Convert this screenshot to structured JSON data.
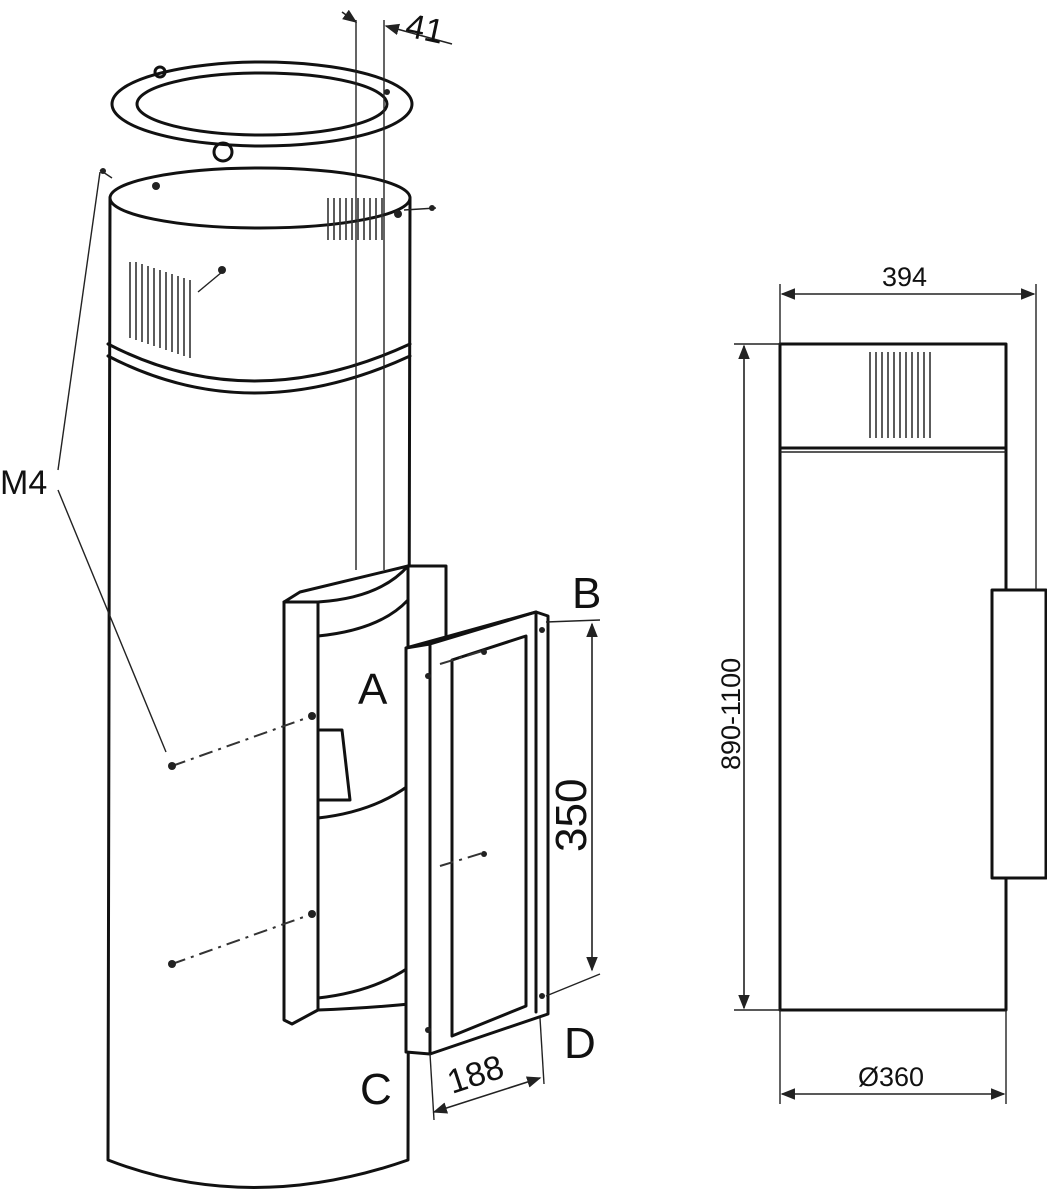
{
  "parts": {
    "screw_label": "M4",
    "bracket_a": "A",
    "bracket_b": "B",
    "bracket_c": "C",
    "bracket_d": "D"
  },
  "dimensions": {
    "offset": "41",
    "bracket_height": "350",
    "bracket_width": "188",
    "total_width": "394",
    "height_range": "890-1100",
    "diameter": "Ø360"
  }
}
